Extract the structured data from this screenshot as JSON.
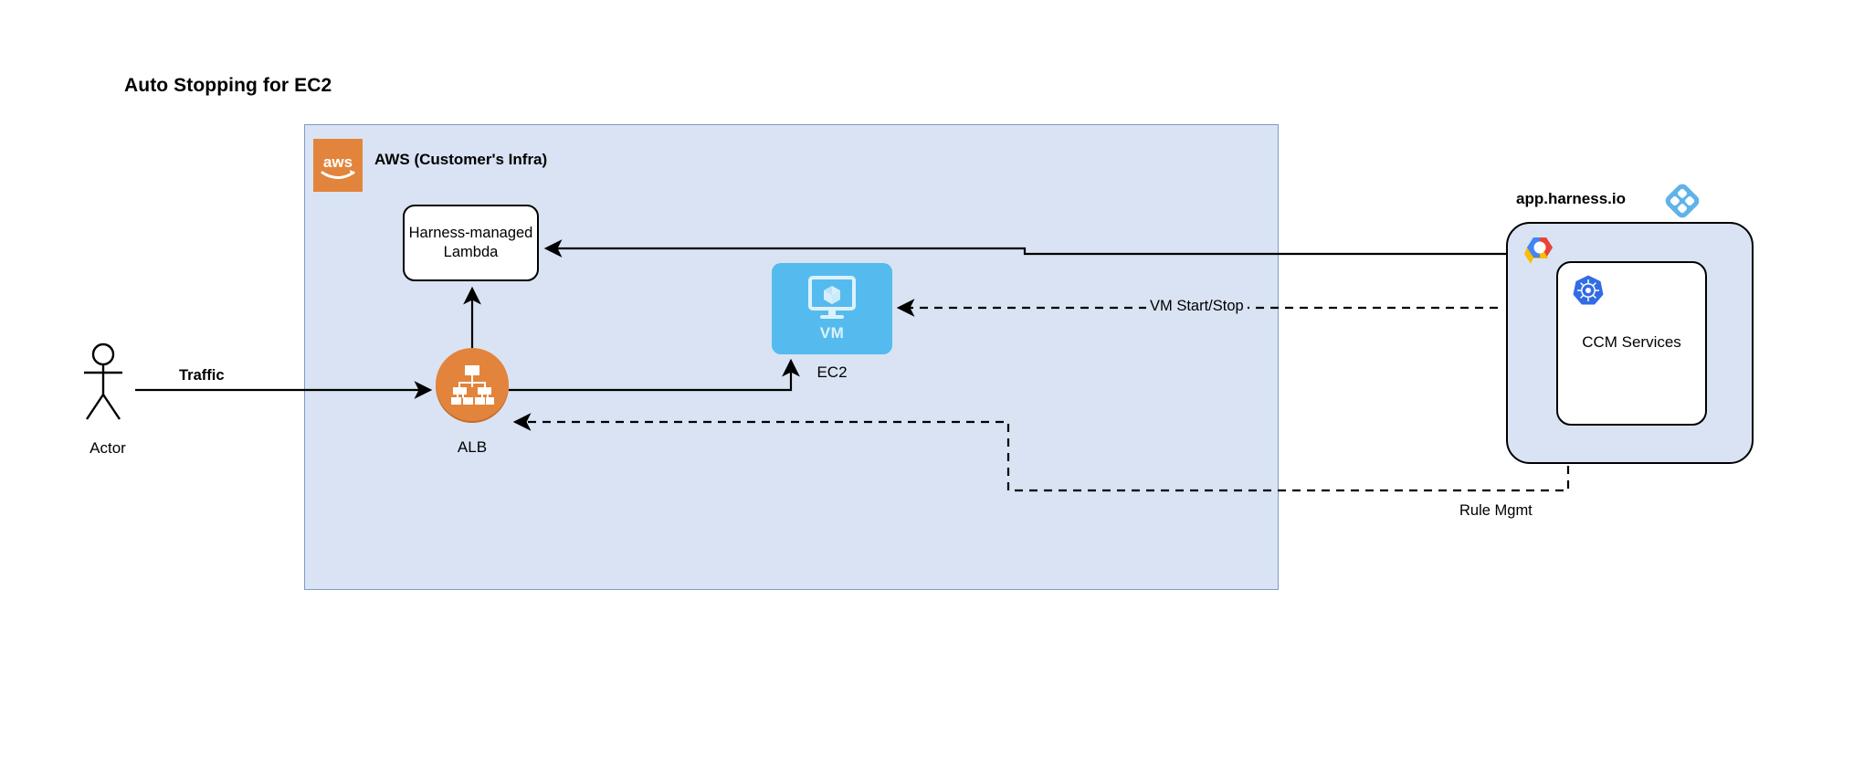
{
  "diagram": {
    "title": "Auto Stopping for EC2",
    "background_color": "#ffffff"
  },
  "aws_container": {
    "label": "AWS (Customer's Infra)",
    "logo_icon": "aws-logo-icon",
    "fill_color": "#dae3f3",
    "border_color": "#7f9bc8",
    "logo_color": "#e2843c"
  },
  "nodes": {
    "actor": {
      "label": "Actor",
      "icon": "stick-figure-actor-icon"
    },
    "lambda": {
      "line1": "Harness-managed",
      "line2": "Lambda",
      "fill_color": "#ffffff",
      "border_color": "#000000"
    },
    "alb": {
      "label": "ALB",
      "icon": "load-balancer-tree-icon",
      "fill_color": "#e2843c"
    },
    "ec2": {
      "label": "EC2",
      "inner_label": "VM",
      "icon": "vm-monitor-cube-icon",
      "fill_color": "#55bbee"
    },
    "harness": {
      "title": "app.harness.io",
      "logo_icon": "harness-diamond-icon",
      "logo_color": "#5fb3e8",
      "cloud_icon": "gcp-hexagon-icon",
      "fill_color": "#dae3f3"
    },
    "ccm": {
      "label": "CCM Services",
      "icon": "kubernetes-helm-icon",
      "icon_color": "#326ce5",
      "fill_color": "#ffffff"
    }
  },
  "edges": {
    "traffic": {
      "label": "Traffic",
      "style": "solid",
      "from": "actor",
      "to": "alb"
    },
    "alb_to_ec2": {
      "label": "",
      "style": "solid",
      "from": "alb",
      "to": "ec2"
    },
    "alb_to_lambda": {
      "label": "",
      "style": "solid",
      "from": "alb",
      "to": "lambda"
    },
    "harness_to_lambda": {
      "label": "",
      "style": "solid",
      "from": "harness",
      "to": "lambda"
    },
    "vm_start_stop": {
      "label": "VM Start/Stop",
      "style": "dashed",
      "from": "harness",
      "to": "ec2"
    },
    "rule_mgmt": {
      "label": "Rule Mgmt",
      "style": "dashed",
      "from": "harness",
      "to": "alb"
    }
  }
}
